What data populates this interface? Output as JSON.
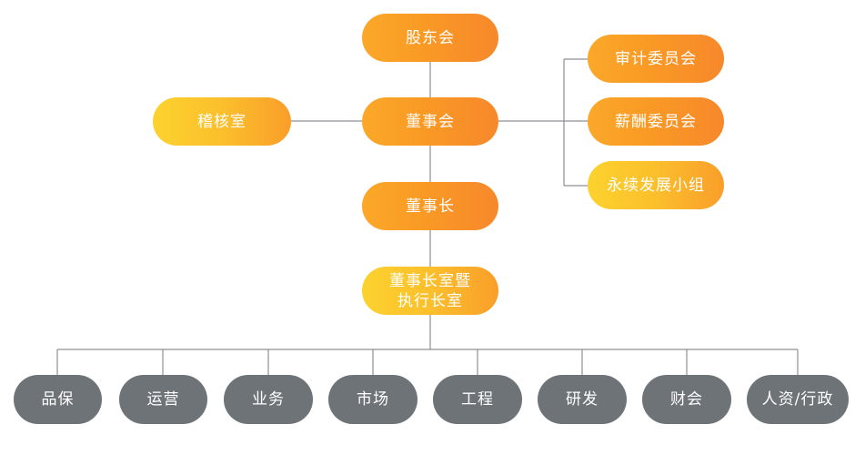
{
  "top": {
    "shareholders": "股东会",
    "board": "董事会",
    "audit_office": "稽核室",
    "chairman": "董事长",
    "chairman_office": "董事长室暨\n执行长室"
  },
  "committees": [
    "审计委员会",
    "薪酬委员会",
    "永续发展小组"
  ],
  "departments": [
    "品保",
    "运营",
    "业务",
    "市场",
    "工程",
    "研发",
    "财会",
    "人资/行政"
  ],
  "colors": {
    "orange_node": "#f99a25",
    "yellow_node": "#fcc42d",
    "department_node": "#6e7378",
    "connector": "#8c8f93"
  }
}
